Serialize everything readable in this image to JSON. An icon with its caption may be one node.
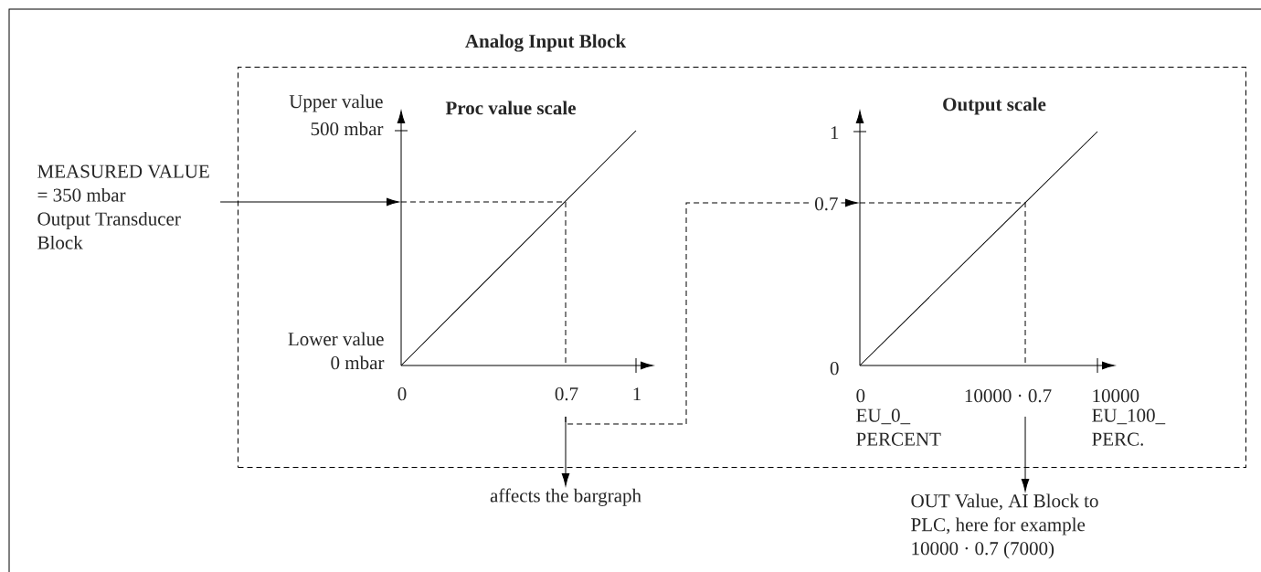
{
  "diagram": {
    "nodes": [
      {
        "text": [
          "Analog Input Block"
        ]
      },
      {
        "text": [
          "MEASURED VALUE = 350 mbar",
          "Output Transducer Block"
        ]
      },
      {
        "text": [
          "Proc value scale"
        ],
        "in": 0
      },
      {
        "text": [
          "Output scale"
        ],
        "in": 0
      },
      {
        "text": [
          "affects the bargraph"
        ]
      },
      {
        "text": [
          "OUT Value, AI Block to PLC, here for example 10000 · 0.7 (7000)"
        ]
      }
    ],
    "edges": [
      {
        "from": 1,
        "to": 2,
        "arrow": "to"
      },
      {
        "from": 2,
        "to": 4,
        "arrow": "to"
      },
      {
        "from": 2,
        "to": 3,
        "arrow": "to",
        "style": "dashed"
      },
      {
        "from": 3,
        "to": 5,
        "arrow": "to"
      }
    ],
    "labels": [
      "Upper value",
      "500 mbar",
      "Lower value",
      "0 mbar",
      "0",
      "0.7",
      "1",
      "1",
      "0.7",
      "0",
      "0",
      "EU_0_ PERCENT",
      "10000 · 0.7",
      "10000",
      "EU_100_ PERC."
    ]
  }
}
